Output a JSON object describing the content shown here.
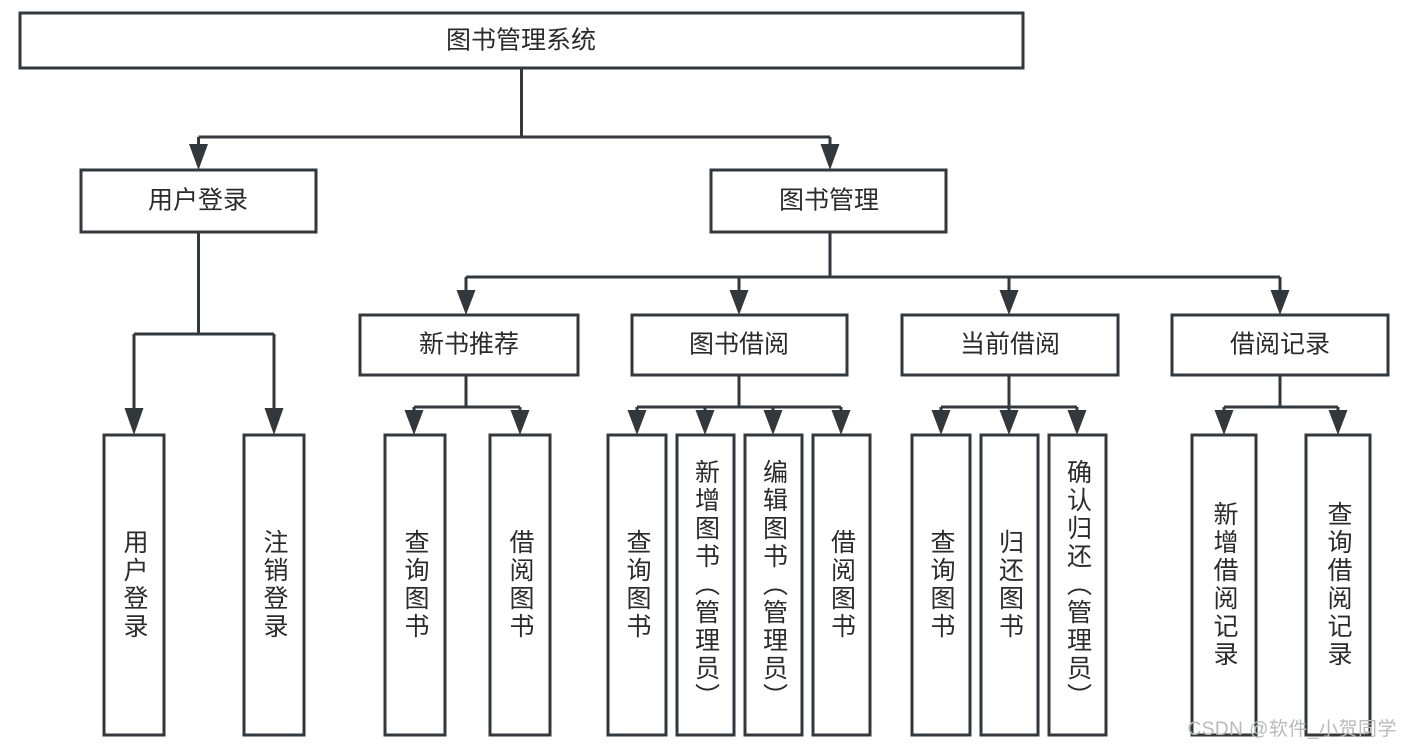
{
  "diagram": {
    "title": "图书管理系统",
    "type": "tree-hierarchy-diagram",
    "colors": {
      "stroke": "#33383d",
      "fill": "#ffffff",
      "text": "#2b2b2b",
      "watermark": "#b9b9b9",
      "background": "#ffffff"
    },
    "root": {
      "label": "图书管理系统"
    },
    "level2": [
      {
        "label": "用户登录"
      },
      {
        "label": "图书管理"
      }
    ],
    "level3": [
      {
        "label": "新书推荐"
      },
      {
        "label": "图书借阅"
      },
      {
        "label": "当前借阅"
      },
      {
        "label": "借阅记录"
      }
    ],
    "leaves": {
      "user_login": [
        {
          "label": "用户登录"
        },
        {
          "label": "注销登录"
        }
      ],
      "new_book_recommend": [
        {
          "label": "查询图书"
        },
        {
          "label": "借阅图书"
        }
      ],
      "book_borrow": [
        {
          "label": "查询图书"
        },
        {
          "label": "新增图书（管理员）"
        },
        {
          "label": "编辑图书（管理员）"
        },
        {
          "label": "借阅图书"
        }
      ],
      "current_borrow": [
        {
          "label": "查询图书"
        },
        {
          "label": "归还图书"
        },
        {
          "label": "确认归还（管理员）"
        }
      ],
      "borrow_record": [
        {
          "label": "新增借阅记录"
        },
        {
          "label": "查询借阅记录"
        }
      ]
    },
    "watermark": "CSDN @软件_小贺同学"
  }
}
